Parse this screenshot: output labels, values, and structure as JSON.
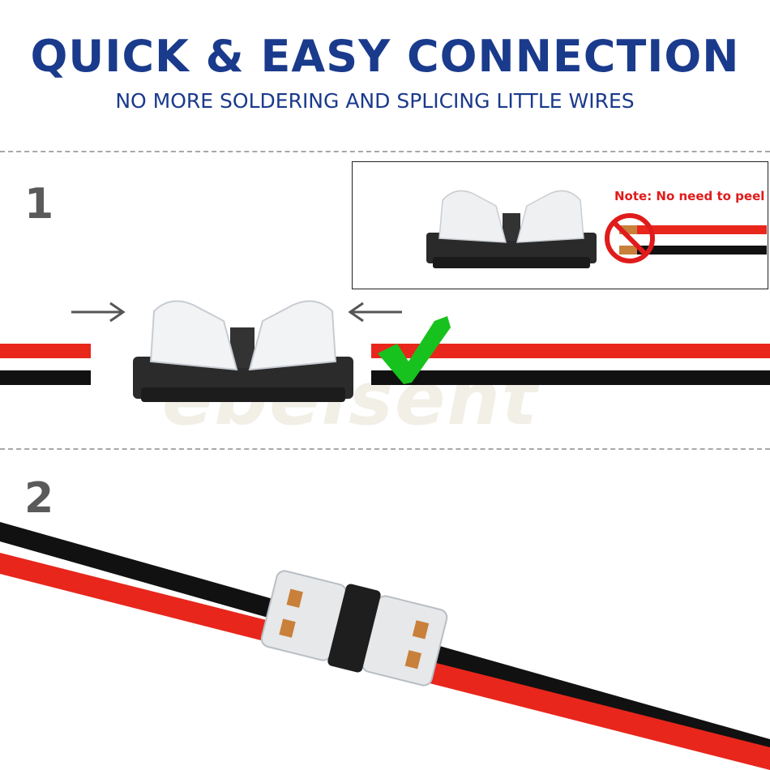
{
  "header": {
    "title": "QUICK & EASY CONNECTION",
    "subtitle": "NO MORE SOLDERING AND SPLICING LITTLE WIRES"
  },
  "steps": [
    {
      "number": "1"
    },
    {
      "number": "2"
    }
  ],
  "note": {
    "text": "Note: No need to peel"
  },
  "watermark": "ebeisent",
  "colors": {
    "title_blue": "#1a3a8c",
    "wire_red": "#e8261c",
    "wire_black": "#111111",
    "check_green": "#18c21e",
    "note_red": "#e01b1b"
  },
  "icons": {
    "check": "green-checkmark-icon",
    "prohibit": "no-strip-prohibited-icon",
    "arrow_right": "arrow-right-icon",
    "arrow_left": "arrow-left-icon"
  }
}
